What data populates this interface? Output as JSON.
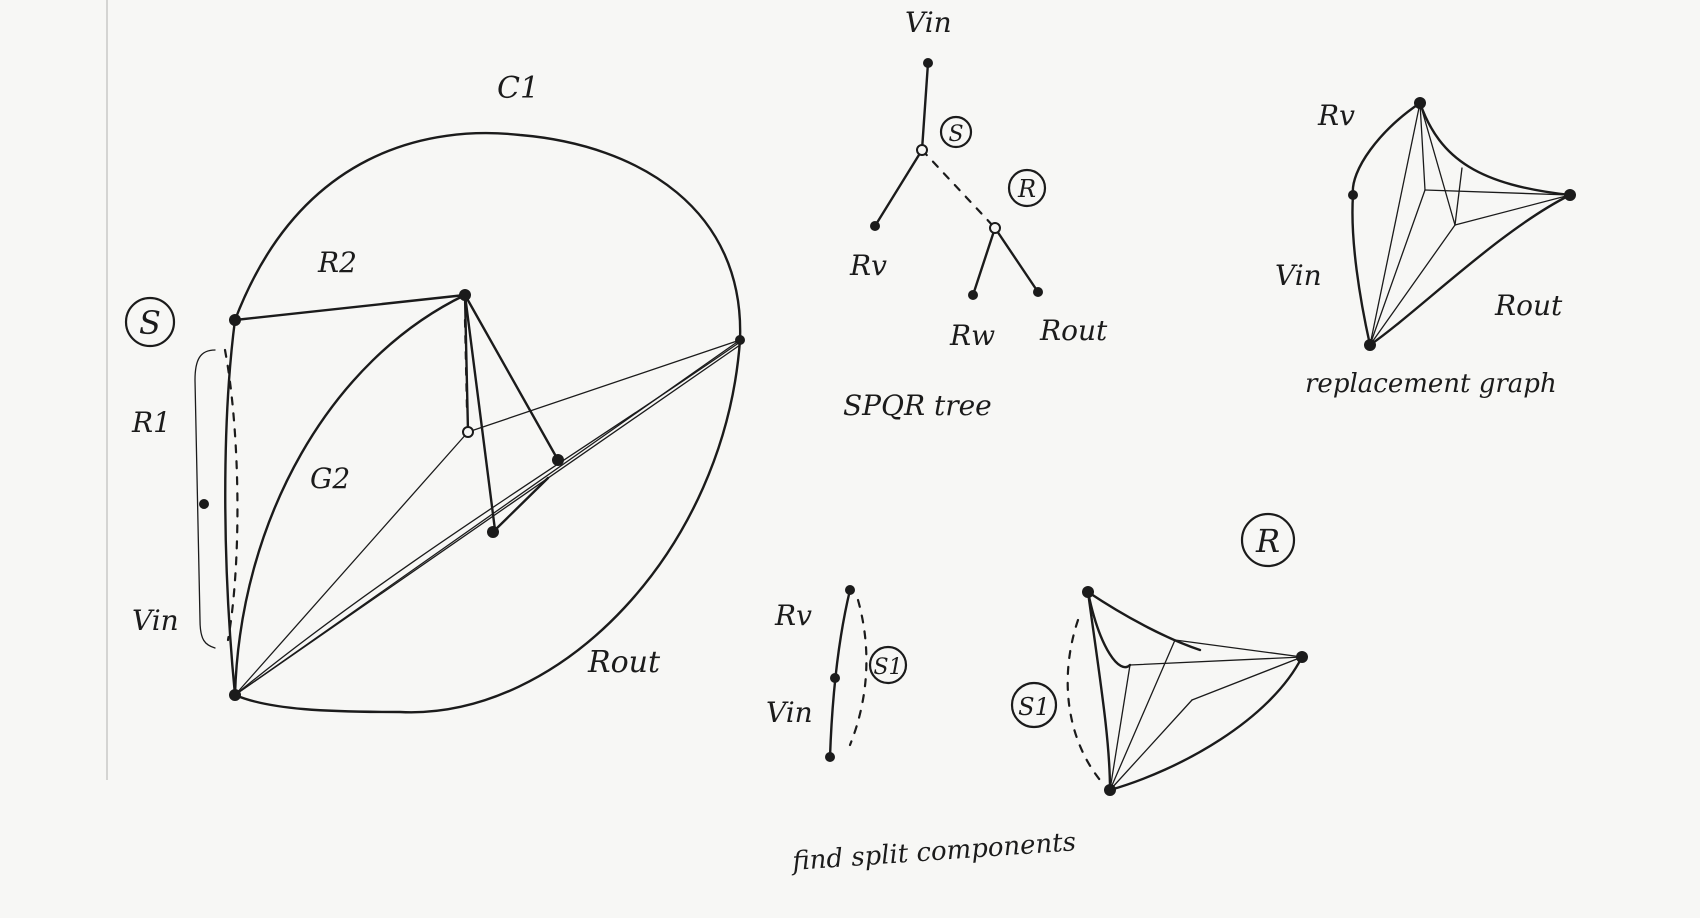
{
  "main_graph": {
    "label_c1": "C1",
    "label_s": "S",
    "label_r1": "R1",
    "label_r2": "R2",
    "label_g2": "G2",
    "label_vin": "Vin",
    "label_rout": "Rout"
  },
  "spqr_tree": {
    "label_vin": "Vin",
    "label_s": "S",
    "label_r": "R",
    "label_rv": "Rv",
    "label_rw": "Rw",
    "label_rout": "Rout",
    "caption": "SPQR tree"
  },
  "replacement": {
    "label_rv": "Rv",
    "label_vin": "Vin",
    "label_rout": "Rout",
    "caption": "replacement graph"
  },
  "split_components": {
    "label_rv": "Rv",
    "label_vin": "Vin",
    "label_s1_a": "S1",
    "label_s1_b": "S1",
    "label_r": "R",
    "caption": "find split components"
  }
}
